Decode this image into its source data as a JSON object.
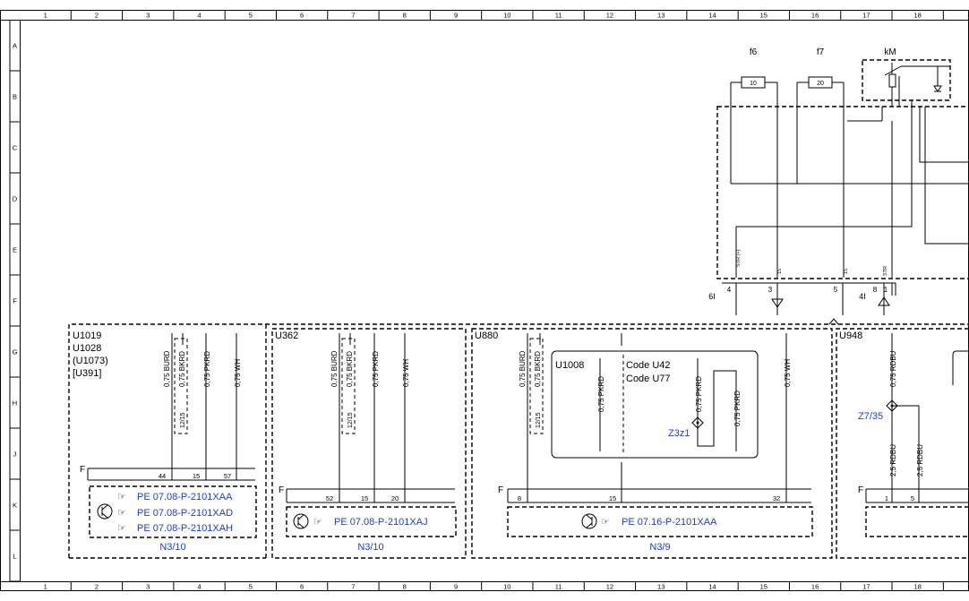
{
  "frame": {
    "columns": [
      "1",
      "2",
      "3",
      "4",
      "5",
      "6",
      "7",
      "8",
      "9",
      "10",
      "11",
      "12",
      "13",
      "14",
      "15",
      "16",
      "17",
      "18"
    ],
    "rows": [
      "A",
      "B",
      "C",
      "D",
      "E",
      "F",
      "G",
      "H",
      "J",
      "K",
      "L"
    ]
  },
  "top_right": {
    "fuses": [
      {
        "label": "f6",
        "rating": "10"
      },
      {
        "label": "f7",
        "rating": "20"
      }
    ],
    "relay_label": "kM",
    "wire_codes": [
      "STR (+)",
      "15",
      "15",
      "STR"
    ],
    "pins": [
      "4",
      "3",
      "5",
      "8",
      "1"
    ],
    "connectors": [
      "6I",
      "4I"
    ]
  },
  "module_u1019": {
    "codes": [
      "U1019",
      "U1028",
      "(U1073)",
      "[U391]"
    ],
    "wires": [
      "0,75 BURD",
      "0,75 BKRD",
      "0,75 PKRD",
      "0,75 WH"
    ],
    "twist": "12/15",
    "connector": "F",
    "pins": [
      "44",
      "15",
      "57"
    ],
    "refs": [
      "PE 07.08-P-2101XAA",
      "PE 07.08-P-2101XAD",
      "PE 07.08-P-2101XAH"
    ],
    "unit": "N3/10"
  },
  "module_u362": {
    "code": "U362",
    "wires": [
      "0,75 BURD",
      "0,75 BKRD",
      "0,75 PKRD",
      "0,75 WH"
    ],
    "twist": "12/15",
    "connector": "F",
    "pins": [
      "52",
      "15",
      "20"
    ],
    "ref": "PE 07.08-P-2101XAJ",
    "unit": "N3/10"
  },
  "module_u880": {
    "code": "U880",
    "wires": [
      "0,75 BURD",
      "0,75 BKRD",
      "0,75 PKRD",
      "0,75 PKRD",
      "0,75 PKRD",
      "0,75 WH"
    ],
    "twist": "12/15",
    "inner_code": "U1008",
    "option_codes": [
      "Code U42",
      "Code U77"
    ],
    "splice": "Z3z1",
    "connector": "F",
    "pins": [
      "8",
      "15",
      "32"
    ],
    "ref": "PE 07.16-P-2101XAA",
    "unit": "N3/9"
  },
  "module_u948": {
    "code": "U948",
    "wires": [
      "0,75 RDBU",
      "2,5 RDBU",
      "2,5 RDBU"
    ],
    "splice": "Z7/35",
    "connector": "F",
    "pins": [
      "1",
      "5"
    ]
  }
}
